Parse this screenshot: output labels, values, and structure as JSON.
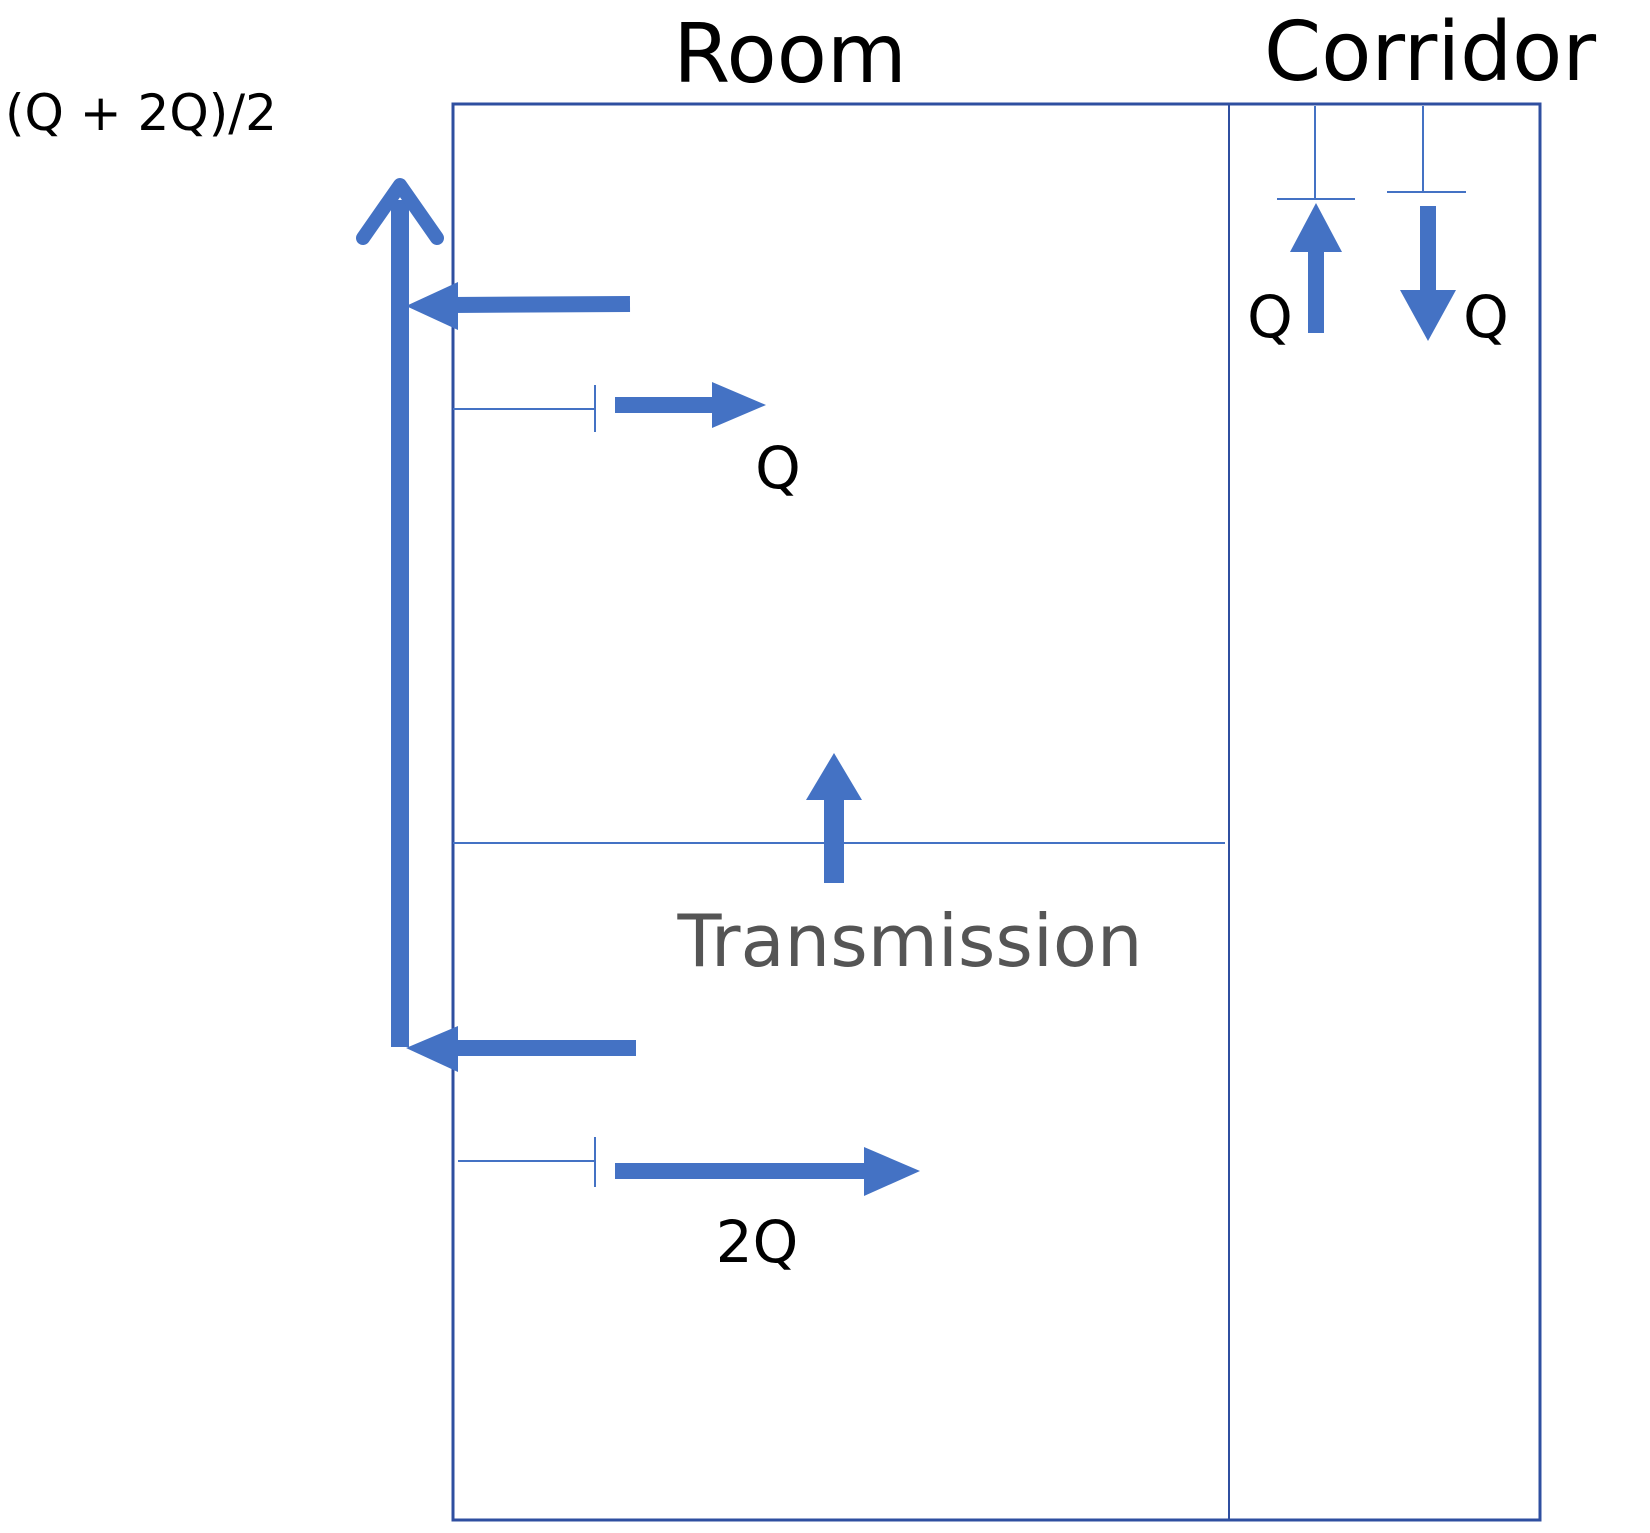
{
  "labels": {
    "room": "Room",
    "corridor": "Corridor",
    "mixed_flow": "(Q + 2Q)/2",
    "upper_supply": "Q",
    "lower_supply": "2Q",
    "transmission": "Transmission",
    "corridor_up_flow": "Q",
    "corridor_down_flow": "Q"
  },
  "colors": {
    "arrow": "#4472C4",
    "outline": "#2F4FA0",
    "thin_line": "#4472C4",
    "text": "#000000",
    "transmission_text": "#555555"
  }
}
